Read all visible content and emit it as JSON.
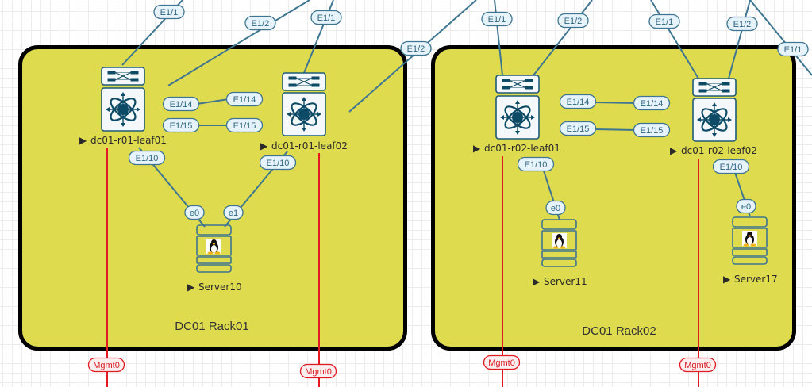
{
  "racks": [
    {
      "id": "rack01",
      "label": "DC01 Rack01"
    },
    {
      "id": "rack02",
      "label": "DC01 Rack02"
    }
  ],
  "switches": [
    {
      "id": "r01l1",
      "label": "dc01-r01-leaf01",
      "type": "nexus-switch"
    },
    {
      "id": "r01l2",
      "label": "dc01-r01-leaf02",
      "type": "nexus-switch"
    },
    {
      "id": "r02l1",
      "label": "dc01-r02-leaf01",
      "type": "nexus-switch"
    },
    {
      "id": "r02l2",
      "label": "dc01-r02-leaf02",
      "type": "nexus-switch"
    }
  ],
  "servers": [
    {
      "id": "s10",
      "label": "Server10",
      "os": "linux"
    },
    {
      "id": "s11",
      "label": "Server11",
      "os": "linux"
    },
    {
      "id": "s17",
      "label": "Server17",
      "os": "linux"
    }
  ],
  "interfaces": {
    "r01l1_up1": "E1/1",
    "r01l1_up2": "E1/2",
    "r01l2_up1": "E1/1",
    "r01l2_up2": "E1/2",
    "r01l1_peer14": "E1/14",
    "r01l2_peer14": "E1/14",
    "r01l1_peer15": "E1/15",
    "r01l2_peer15": "E1/15",
    "r01l1_srv": "E1/10",
    "r01l2_srv": "E1/10",
    "s10_e0": "e0",
    "s10_e1": "e1",
    "r02l1_up1": "E1/1",
    "r02l1_up2": "E1/2",
    "r02l2_up1": "E1/1",
    "r02l2_up2": "E1/2",
    "r02l2_right": "E1/1",
    "r02l1_peer14": "E1/14",
    "r02l2_peer14": "E1/14",
    "r02l1_peer15": "E1/15",
    "r02l2_peer15": "E1/15",
    "r02l1_srv": "E1/10",
    "r02l2_srv": "E1/10",
    "s11_e0": "e0",
    "s17_e0": "e0",
    "mgmt_r01l1": "Mgmt0",
    "mgmt_r01l2": "Mgmt0",
    "mgmt_r02l1": "Mgmt0",
    "mgmt_r02l2": "Mgmt0"
  },
  "colors": {
    "rack_fill": "#dedb4e",
    "link": "#3e7590",
    "mgmt_link": "#e21b23"
  },
  "play_glyph": "▶"
}
